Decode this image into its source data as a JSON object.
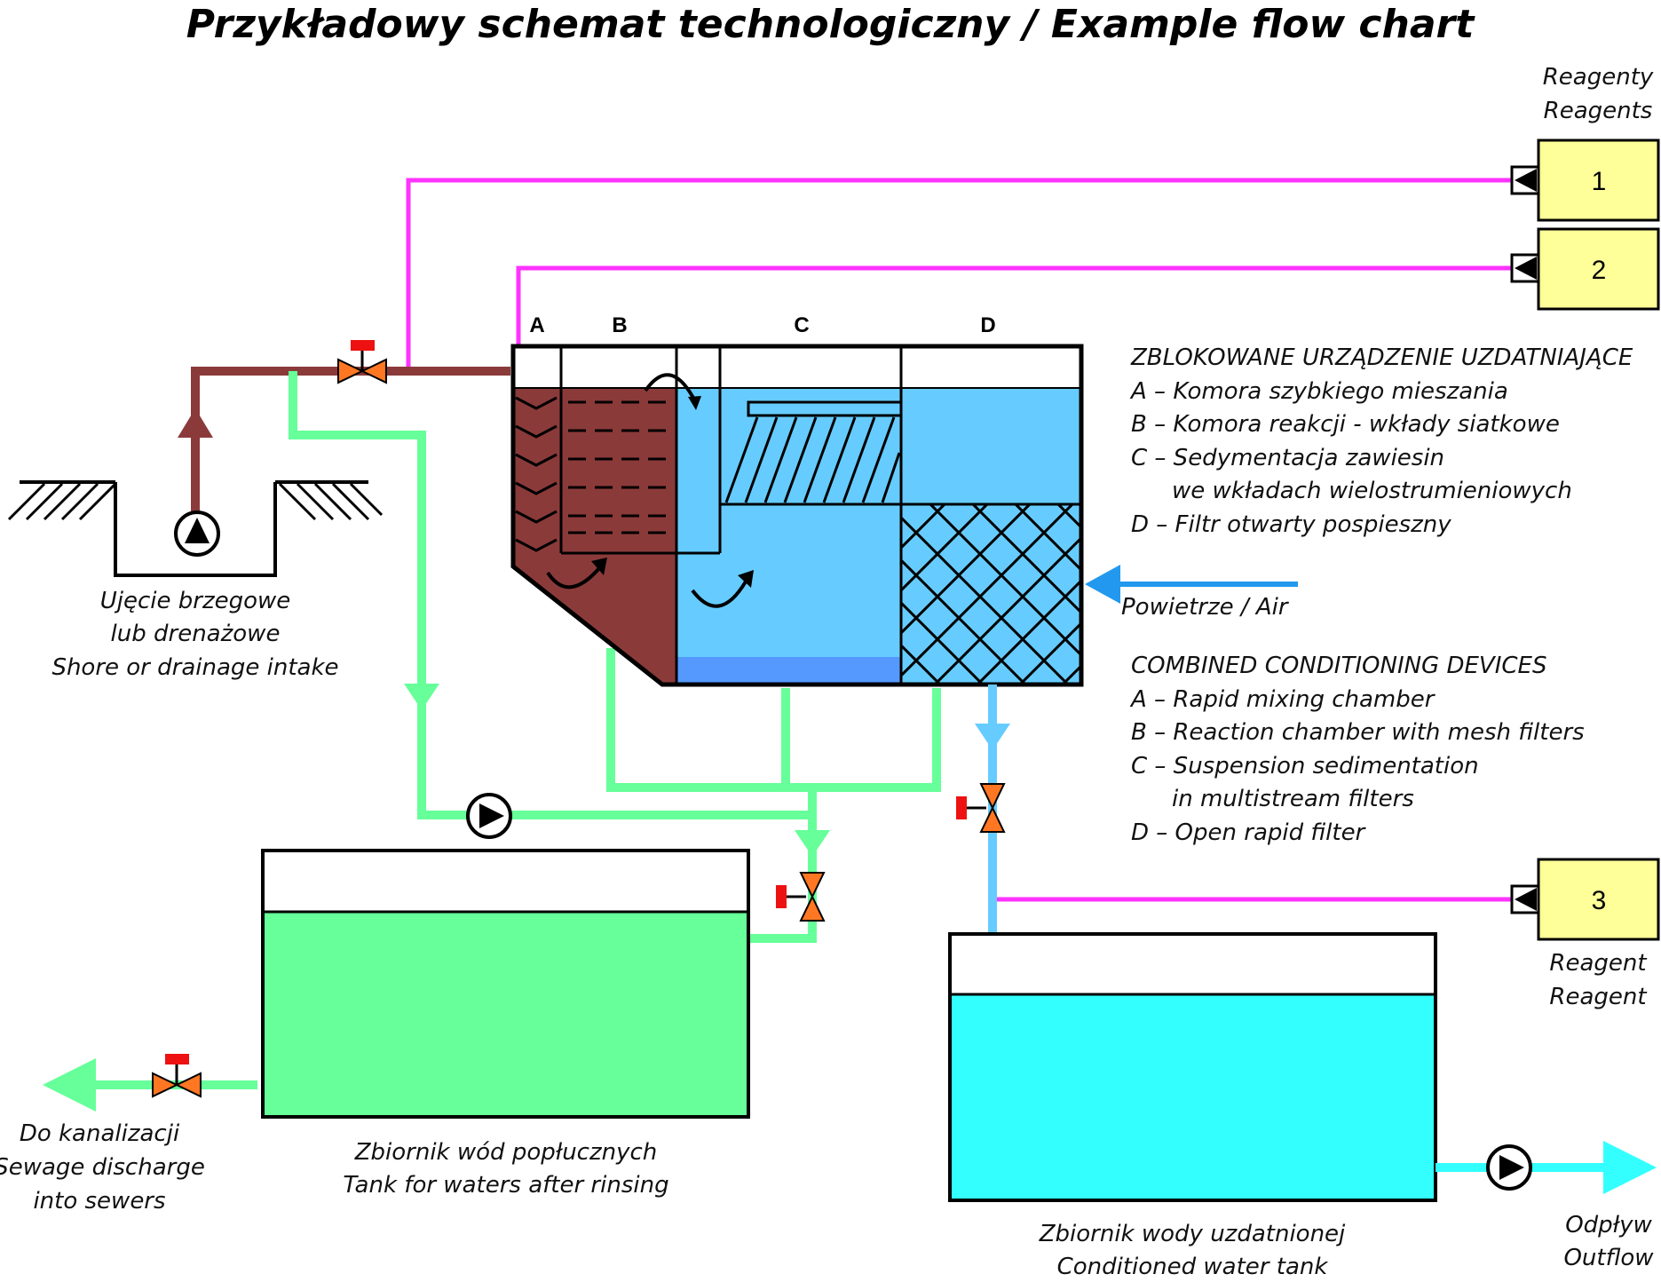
{
  "title": "Przykładowy schemat technologiczny / Example flow chart",
  "reagents_header": [
    "Reagenty",
    "Reagents"
  ],
  "reagent_boxes": [
    "1",
    "2",
    "3"
  ],
  "reagent3_label": [
    "Reagent",
    "Reagent"
  ],
  "chamber_letters": [
    "A",
    "B",
    "C",
    "D"
  ],
  "legend_pl": {
    "heading": "ZBLOKOWANE URZĄDZENIE UZDATNIAJĄCE",
    "items": [
      "A – Komora szybkiego mieszania",
      "B – Komora reakcji - wkłady siatkowe",
      "C – Sedymentacja zawiesin",
      "we wkładach wielostrumieniowych",
      "D – Filtr otwarty pospieszny"
    ]
  },
  "legend_en": {
    "heading": "COMBINED CONDITIONING DEVICES",
    "items": [
      "A – Rapid mixing chamber",
      "B – Reaction chamber with mesh filters",
      "C – Suspension sedimentation",
      "in multistream filters",
      "D – Open rapid filter"
    ]
  },
  "air_label": "Powietrze / Air",
  "intake_label": [
    "Ujęcie brzegowe",
    "lub drenażowe",
    "Shore or drainage intake"
  ],
  "sewage_label": [
    "Do kanalizacji",
    "Sewage discharge",
    "into sewers"
  ],
  "rinse_tank_label": [
    "Zbiornik wód popłucznych",
    "Tank for waters after rinsing"
  ],
  "clean_tank_label": [
    "Zbiornik wody uzdatnionej",
    "Conditioned water tank"
  ],
  "outflow_label": [
    "Odpływ",
    "Outflow"
  ],
  "colors": {
    "raw_water": "#8b3a3a",
    "reagent_line": "#ff33ff",
    "rinse_water": "#66ff99",
    "clear_water": "#66ccff",
    "air": "#2299ee",
    "outflow": "#33ffff",
    "reagent_box": "#ffff99",
    "valve": "#ff7722",
    "valve_handle": "#ee1111"
  }
}
